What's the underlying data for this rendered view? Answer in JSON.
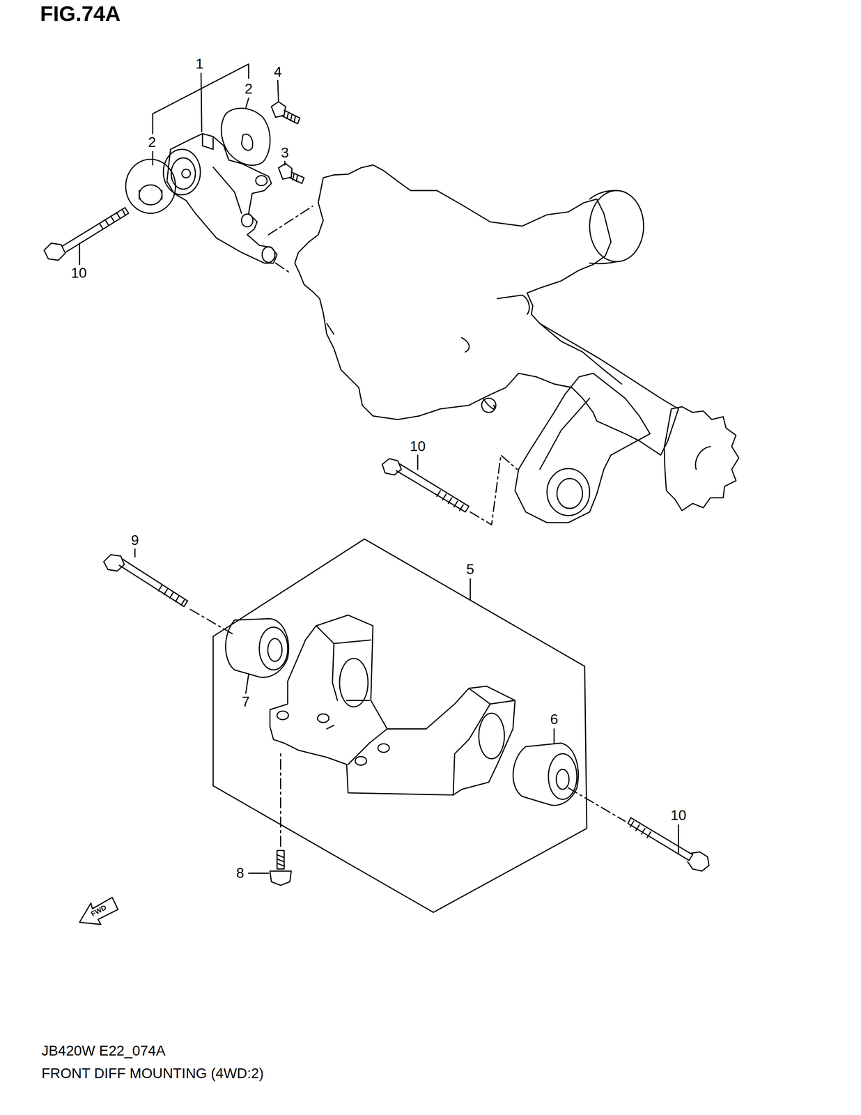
{
  "diagram": {
    "title": "FIG.74A",
    "caption": "FRONT DIFF MOUNTING (4WD:2)",
    "labels": [
      "1",
      "2",
      "2",
      "4",
      "3",
      "10",
      "10",
      "9",
      "5",
      "7",
      "6",
      "10",
      "8",
      "FWD",
      "JB420W E22_074A"
    ]
  }
}
